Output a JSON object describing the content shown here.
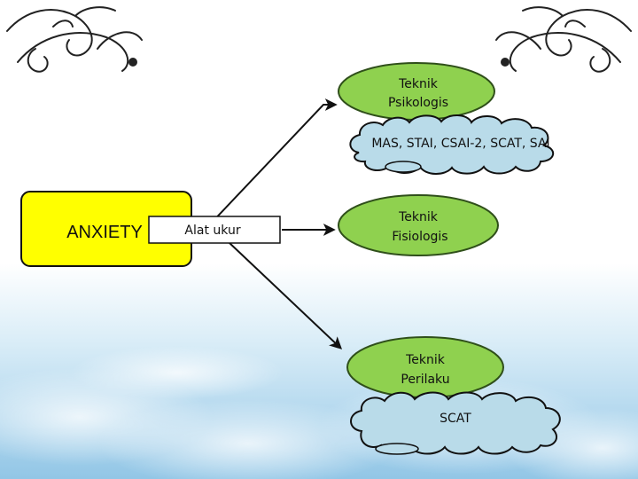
{
  "diagram": {
    "source": "ANXIETY",
    "tool_label": "Alat ukur",
    "techniques": [
      {
        "label_line1": "Teknik",
        "label_line2": "Psikologis",
        "instruments": "MAS, STAI, CSAI-2, SCAT, SAI"
      },
      {
        "label_line1": "Teknik",
        "label_line2": "Fisiologis",
        "instruments": ""
      },
      {
        "label_line1": "Teknik",
        "label_line2": "Perilaku",
        "instruments": "SCAT"
      }
    ]
  },
  "colors": {
    "anxiety_box": "#ffff00",
    "technique_ellipse": "#8fd14f",
    "cloud": "#b9dbe9",
    "tool_box": "#ffffff",
    "arrow": "#111111",
    "sky_top": "#ffffff",
    "sky_bottom": "#9ccbe8"
  },
  "decorations": {
    "corner_ornament": "floral-swirl-icon"
  }
}
